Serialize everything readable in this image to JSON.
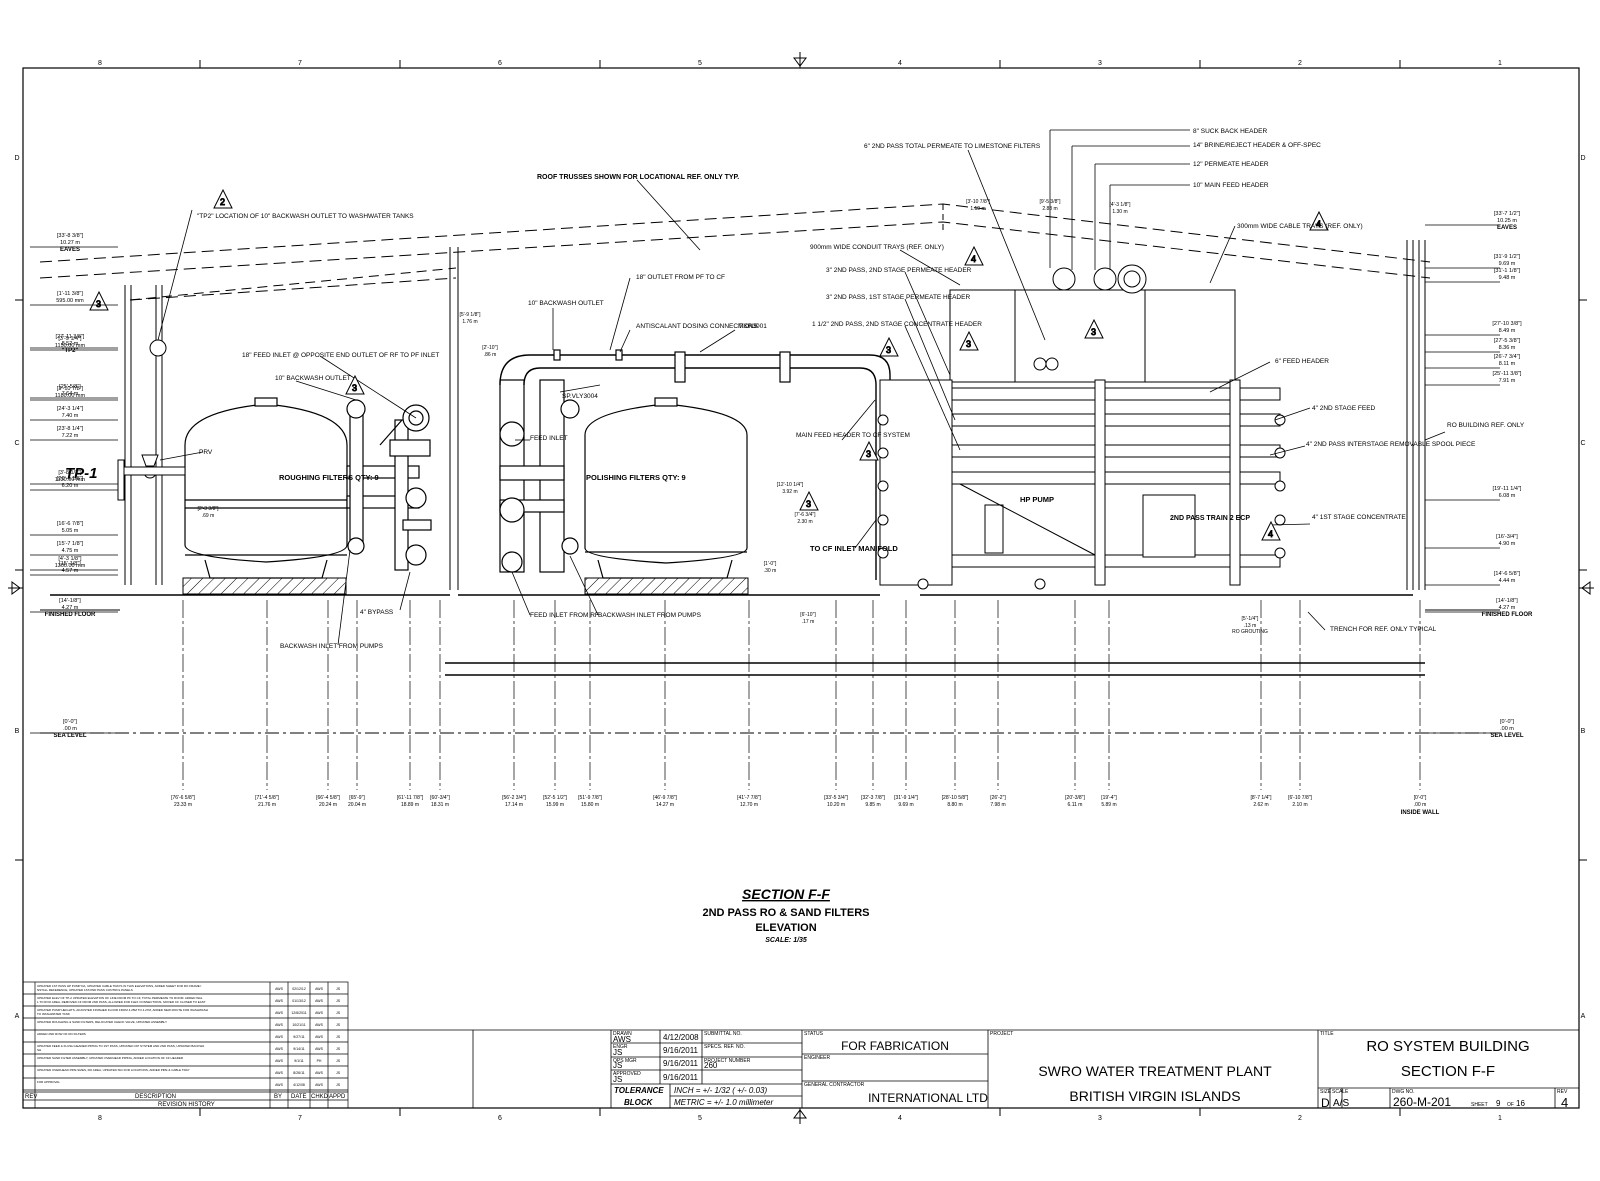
{
  "zones": {
    "columns": [
      "8",
      "7",
      "6",
      "5",
      "4",
      "3",
      "2",
      "1"
    ],
    "rows": [
      "D",
      "C",
      "B",
      "A"
    ]
  },
  "title": {
    "section": "SECTION F-F",
    "line1": "2ND PASS RO & SAND FILTERS",
    "line2": "ELEVATION",
    "scale": "SCALE: 1/35"
  },
  "elevations_left": [
    {
      "imp": "[33'-8 3/8\"]",
      "met": "10.27 m",
      "name": "EAVES"
    },
    {
      "imp": "[1'-11 3/8\"]",
      "met": "595.00 mm",
      "name": ""
    },
    {
      "imp": "[27'-11 3/8\"]",
      "met": "8.52 m",
      "name": "\"TP2\""
    },
    {
      "imp": "[3'-9 1/4\"]",
      "met": "1150.00 mm",
      "name": ""
    },
    {
      "imp": "[25'-5/8\"]",
      "met": "7.64 m",
      "name": ""
    },
    {
      "imp": "[24'-3 1/4\"]",
      "met": "7.40 m",
      "name": ""
    },
    {
      "imp": "[23'-8 1/4\"]",
      "met": "7.22 m",
      "name": ""
    },
    {
      "imp": "[3'-10 7/8\"]",
      "met": "1180.00 mm",
      "name": ""
    },
    {
      "imp": "[20'-4 1/8\"]",
      "met": "6.20 m",
      "name": ""
    },
    {
      "imp": "[3'-8 1/2\"]",
      "met": "1130.00 mm",
      "name": ""
    },
    {
      "imp": "[16'-6 7/8\"]",
      "met": "5.05 m",
      "name": ""
    },
    {
      "imp": "[15'-7 1/8\"]",
      "met": "4.75 m",
      "name": ""
    },
    {
      "imp": "[15'-1/8\"]",
      "met": "4.57 m",
      "name": ""
    },
    {
      "imp": "[4'-3 1/8\"]",
      "met": "1300.00 mm",
      "name": ""
    },
    {
      "imp": "[14'-1/8\"]",
      "met": "4.27 m",
      "name": "FINISHED FLOOR"
    },
    {
      "imp": "[0'-0\"]",
      "met": ".00 m",
      "name": "SEA LEVEL"
    }
  ],
  "elevations_right": [
    {
      "imp": "[33'-7 1/2\"]",
      "met": "10.25 m",
      "name": "EAVES"
    },
    {
      "imp": "[31'-9 1/2\"]",
      "met": "9.69 m",
      "name": ""
    },
    {
      "imp": "[31'-1 1/8\"]",
      "met": "9.48 m",
      "name": ""
    },
    {
      "imp": "[27'-10 3/8\"]",
      "met": "8.49 m",
      "name": ""
    },
    {
      "imp": "[27'-5 3/8\"]",
      "met": "8.36 m",
      "name": ""
    },
    {
      "imp": "[26'-7 3/4\"]",
      "met": "8.11 m",
      "name": ""
    },
    {
      "imp": "[25'-11 3/8\"]",
      "met": "7.91 m",
      "name": ""
    },
    {
      "imp": "[19'-11 1/4\"]",
      "met": "6.08 m",
      "name": ""
    },
    {
      "imp": "[16'-3/4\"]",
      "met": "4.90 m",
      "name": ""
    },
    {
      "imp": "[14'-6 5/8\"]",
      "met": "4.44 m",
      "name": ""
    },
    {
      "imp": "[14'-1/8\"]",
      "met": "4.27 m",
      "name": "FINISHED FLOOR"
    },
    {
      "imp": "[0'-0\"]",
      "met": ".00 m",
      "name": "SEA LEVEL"
    }
  ],
  "bottom_dims": [
    {
      "imp": "[76'-6 5/8\"]",
      "met": "23.33 m"
    },
    {
      "imp": "[71'-4 5/8\"]",
      "met": "21.76 m"
    },
    {
      "imp": "[66'-4 5/8\"]",
      "met": "20.24 m"
    },
    {
      "imp": "[65'-9\"]",
      "met": "20.04 m"
    },
    {
      "imp": "[61'-11 7/8\"]",
      "met": "18.89 m"
    },
    {
      "imp": "[60'-3/4\"]",
      "met": "18.31 m"
    },
    {
      "imp": "[56'-2 3/4\"]",
      "met": "17.14 m"
    },
    {
      "imp": "[52'-5 1/2\"]",
      "met": "15.99 m"
    },
    {
      "imp": "[51'-9 7/8\"]",
      "met": "15.80 m"
    },
    {
      "imp": "[46'-9 7/8\"]",
      "met": "14.27 m"
    },
    {
      "imp": "[41'-7 7/8\"]",
      "met": "12.70 m"
    },
    {
      "imp": "[33'-5 3/4\"]",
      "met": "10.20 m"
    },
    {
      "imp": "[32'-3 7/8\"]",
      "met": "9.85 m"
    },
    {
      "imp": "[31'-9 1/4\"]",
      "met": "9.69 m"
    },
    {
      "imp": "[28'-10 5/8\"]",
      "met": "8.80 m"
    },
    {
      "imp": "[26'-2\"]",
      "met": "7.98 m"
    },
    {
      "imp": "[20'-3/8\"]",
      "met": "6.11 m"
    },
    {
      "imp": "[19'-4\"]",
      "met": "5.89 m"
    },
    {
      "imp": "[8'-7 1/4\"]",
      "met": "2.62 m"
    },
    {
      "imp": "[6'-10 7/8\"]",
      "met": "2.10 m"
    },
    {
      "imp": "[0'-0\"]",
      "met": ".00 m",
      "name": "INSIDE WALL"
    }
  ],
  "top_dims": [
    {
      "imp": "[3'-10 7/8\"]",
      "met": "1.19 m"
    },
    {
      "imp": "[9'-5 3/8\"]",
      "met": "2.88 m"
    },
    {
      "imp": "[4'-3 1/8\"]",
      "met": "1.30 m"
    },
    {
      "imp": "[5'-9 1/8\"]",
      "met": "1.76 m"
    },
    {
      "imp": "[2'-10\"]",
      "met": ".86 m"
    },
    {
      "imp": "[12'-10 1/4\"]",
      "met": "3.92 m"
    },
    {
      "imp": "[7'-6 3/4\"]",
      "met": "2.30 m"
    },
    {
      "imp": "[1'-0\"]",
      "met": ".30 m"
    },
    {
      "imp": "[2'-3 3/8\"]",
      "met": ".69 m"
    },
    {
      "imp": "[6'-10\"]",
      "met": ".17 m"
    },
    {
      "imp": "[5'-1/4\"]",
      "met": ".13 m",
      "name": "RO GROUTING"
    }
  ],
  "callouts": {
    "roof_trusses": "ROOF TRUSSES SHOWN FOR LOCATIONAL REF. ONLY TYP.",
    "tp2": "\"TP2\" LOCATION OF 10\" BACKWASH OUTLET TO WASHWATER TANKS",
    "feed_inlet_opposite": "18\" FEED INLET @ OPPOSITE END OUTLET OF RF TO PF INLET",
    "backwash_outlet_10": "10\" BACKWASH OUTLET",
    "prv": "PRV",
    "tp1": "TP-1",
    "roughing": "ROUGHING FILTERS QTY: 9",
    "polishing": "POLISHING FILTERS QTY: 9",
    "bypass": "4\" BYPASS",
    "backwash_inlet_pumps": "BACKWASH INLET FROM PUMPS",
    "outlet_pf_cf": "18\" OUTLET FROM PF TO CF",
    "backwash_outlet_10b": "10\" BACKWASH OUTLET",
    "antiscalant": "ANTISCALANT DOSING CONNECTIONS",
    "mxr": "MXR3001",
    "vly": "SP.VLY3004",
    "feed_inlet": "FEED INLET",
    "feed_inlet_rf": "FEED INLET FROM RF",
    "backwash_inlet_pumps2": "BACKWASH INLET FROM PUMPS",
    "main_feed_header": "MAIN FEED HEADER TO CF SYSTEM",
    "to_cf_inlet": "TO CF INLET MANIFOLD",
    "total_permeate": "6\" 2ND PASS TOTAL PERMEATE TO LIMESTONE FILTERS",
    "suck_back": "8\" SUCK BACK HEADER",
    "brine": "14\" BRINE/REJECT HEADER & OFF-SPEC",
    "permeate_12": "12\" PERMEATE HEADER",
    "main_feed_10": "10\" MAIN FEED HEADER",
    "cable_trays_300": "300mm WIDE CABLE TRAYS (REF. ONLY)",
    "conduit_trays": "900mm WIDE CONDUIT TRAYS (REF. ONLY)",
    "stage2_permeate": "3\" 2ND PASS, 2ND STAGE PERMEATE HEADER",
    "stage1_permeate": "3\" 2ND PASS, 1ST STAGE PERMEATE HEADER",
    "stage2_concentrate": "1 1/2\" 2ND PASS, 2ND STAGE CONCENTRATE HEADER",
    "feed_header_6": "6\" FEED HEADER",
    "stage_feed_4": "4\" 2ND STAGE FEED",
    "interstage": "4\" 2ND PASS INTERSTAGE REMOVABLE SPOOL PIECE",
    "stage1_conc": "4\" 1ST STAGE CONCENTRATE",
    "ro_building": "RO BUILDING REF. ONLY",
    "hp_pump": "HP PUMP",
    "ecp": "2ND PASS TRAIN 2 ECP",
    "trench": "TRENCH FOR REF. ONLY TYPICAL"
  },
  "revisions": {
    "header": {
      "rev": "REV",
      "desc": "DESCRIPTION",
      "by": "BY",
      "date": "DATE",
      "chkd": "CHKD",
      "appd": "APPD"
    },
    "footer": "REVISION HISTORY",
    "rows": [
      {
        "rev": "",
        "desc": "UPDATED 1ST PASS HP PUMP DA, UPDATED CABLE TRAYS IN THIS ELEVATIONS, ADDED SHEET FOR RO FRAME INSTALL REFERENCE, UPDATED 1ST/2ND PASS CONTROL PANELS",
        "by": "AWS",
        "date": "02/12/12",
        "chkd": "AWS",
        "appd": "JS"
      },
      {
        "rev": "",
        "desc": "UPDATED ELEV OF TP-2 UPDATED ELEVATION OF LINE FROM PF TO CF, TOTAL PERMEATE TO ROOM. ADDED WALL TO ROO AREA, REMOVED CF FROM 2ND PASS, ALLOWED FOR FLEX CONNECTIONS, MOVED CF CLOSER TO EAST WALL",
        "by": "AWS",
        "date": "01/13/12",
        "chkd": "AWS",
        "appd": "JS"
      },
      {
        "rev": "",
        "desc": "UPDATED PUMP HEIGHTS, ADJUSTED FINISHED FLOOR FROM 4.25M TO 4.27M, ADDED NEW ROUTE FOR WASHWASH TO WASHWATER TANK",
        "by": "AWS",
        "date": "12/6/2011",
        "chkd": "AWS",
        "appd": "JS"
      },
      {
        "rev": "",
        "desc": "UPDATED ROUGHING & SAND FILTERS, RELOCATED CHECK VALVE, UPDATED ASSEMBLY",
        "by": "AWS",
        "date": "10/21/11",
        "chkd": "AWS",
        "appd": "JS"
      },
      {
        "rev": "",
        "desc": "ADDED 2ND ROW OF RO FILTERS",
        "by": "AWS",
        "date": "9/27/11",
        "chkd": "AWS",
        "appd": "JS"
      },
      {
        "rev": "",
        "desc": "UPDATED FEED & FLUSH HEADER PIPING TO 1ST PASS, UPDATED CIP SYSTEM AND 2ND PASS, UPDATED BACKWASH",
        "by": "AWS",
        "date": "9/14/11",
        "chkd": "AWS",
        "appd": "JS"
      },
      {
        "rev": "",
        "desc": "UPDATED SAND FILTER ASSEMBLY, UPDATED OVERHEAD PIPING, ADDED LOCATION OF CF HEADER",
        "by": "AWS",
        "date": "9/1/11",
        "chkd": "PH",
        "appd": "JS"
      },
      {
        "rev": "",
        "desc": "UPDATED OVERHEAD PIPE SIZES, RO AREA, UPDATED ISO FOR LOCATIONS, ADDED PIPE & CABLE TRAY",
        "by": "AWS",
        "date": "8/26/11",
        "chkd": "AWS",
        "appd": "JS"
      },
      {
        "rev": "",
        "desc": "FOR APPROVAL",
        "by": "AWS",
        "date": "4/12/08",
        "chkd": "AWS",
        "appd": "JS"
      }
    ]
  },
  "titleblock": {
    "drawn_label": "DRAWN",
    "drawn_by": "AWS",
    "drawn_date": "4/12/2008",
    "engr_label": "ENGR",
    "engr_by": "JS",
    "engr_date": "9/16/2011",
    "ops_label": "OPS MGR",
    "ops_by": "JS",
    "ops_date": "9/16/2011",
    "appr_label": "APPROVED",
    "appr_by": "JS",
    "appr_date": "9/16/2011",
    "submittal_label": "SUBMITTAL NO.",
    "specs_label": "SPECS. REF. NO.",
    "project_no_label": "PROJECT NUMBER",
    "project_no": "260",
    "tolerance_label1": "TOLERANCE",
    "tolerance_label2": "BLOCK",
    "tol_inch": "INCH = +/- 1/32 ( +/- 0.03)",
    "tol_metric": "METRIC = +/- 1.0 millimeter",
    "status_label": "STATUS",
    "status": "FOR FABRICATION",
    "engineer_label": "ENGINEER",
    "gc_label": "GENERAL CONTRACTOR",
    "gc": "INTERNATIONAL LTD",
    "project_label": "PROJECT",
    "project1": "SWRO WATER TREATMENT PLANT",
    "project2": "BRITISH VIRGIN ISLANDS",
    "title_label": "TITLE",
    "title1": "RO SYSTEM BUILDING",
    "title2": "SECTION F-F",
    "size_label": "SIZE",
    "size": "D",
    "scale_label": "SCALE",
    "scale": "A/S",
    "dwg_label": "DWG NO.",
    "dwg": "260-M-201",
    "sheet_label": "SHEET",
    "sheet_no": "9",
    "sheet_of": "OF",
    "sheet_total": "16",
    "rev_label": "REV",
    "rev": "4"
  }
}
